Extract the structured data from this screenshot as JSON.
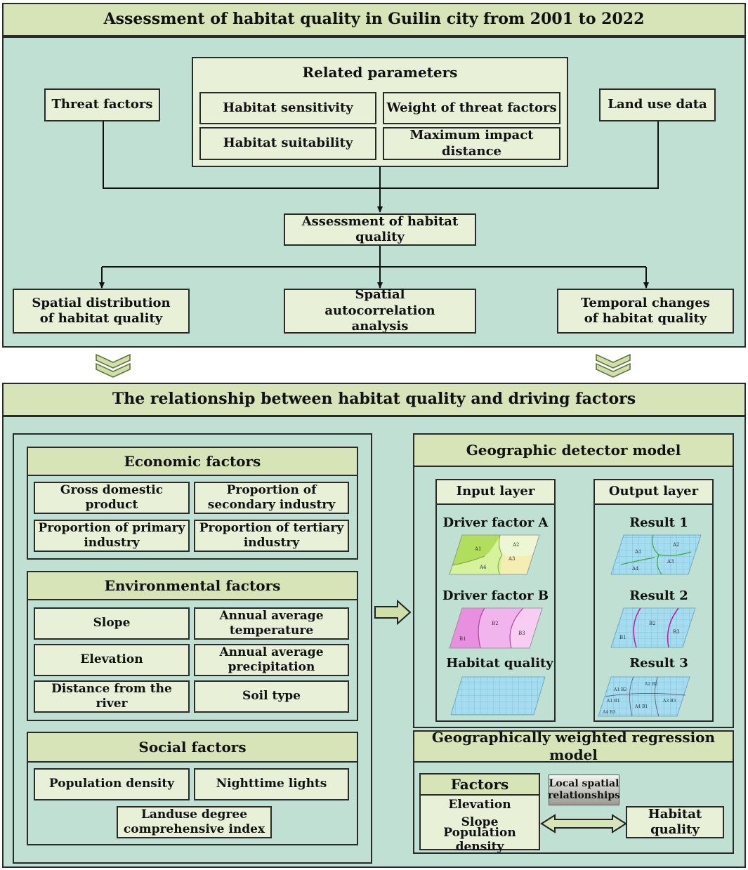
{
  "top": {
    "title": "Assessment of habitat quality in Guilin city from 2001 to 2022",
    "related_parameters": "Related parameters",
    "params": [
      "Habitat sensitivity",
      "Weight of threat factors",
      "Habitat suitability",
      "Maximum impact distance"
    ],
    "threat_factors": "Threat factors",
    "land_use_data": "Land use data",
    "assessment": "Assessment of habitat quality",
    "outputs": [
      "Spatial distribution of habitat quality",
      "Spatial autocorrelation analysis",
      "Temporal changes of habitat quality"
    ]
  },
  "bottom": {
    "title": "The relationship between habitat quality and driving factors",
    "economic": {
      "title": "Economic factors",
      "items": [
        "Gross domestic product",
        "Proportion of secondary industry",
        "Proportion of primary industry",
        "Proportion of tertiary industry"
      ]
    },
    "environmental": {
      "title": "Environmental factors",
      "items": [
        "Slope",
        "Annual average temperature",
        "Elevation",
        "Annual average precipitation",
        "Distance from the river",
        "Soil type"
      ]
    },
    "social": {
      "title": "Social factors",
      "items": [
        "Population density",
        "Nighttime lights",
        "Landuse degree comprehensive index"
      ]
    },
    "geodetector": {
      "title": "Geographic detector model",
      "input_layer": "Input layer",
      "output_layer": "Output layer",
      "inputs": [
        "Driver factor A",
        "Driver factor B",
        "Habitat quality"
      ],
      "outputs": [
        "Result 1",
        "Result 2",
        "Result 3"
      ],
      "map_labels": {
        "a": [
          "A1",
          "A2",
          "A3",
          "A4"
        ],
        "b": [
          "B1",
          "B2",
          "B3"
        ],
        "r1": [
          "A1",
          "A2",
          "A3",
          "A4"
        ],
        "r2": [
          "B1",
          "B2",
          "B3"
        ],
        "r3": [
          "A1 B2",
          "A2 B2",
          "A1 B1",
          "A3 B3",
          "A4 B1",
          "A4 B3"
        ]
      }
    },
    "gwr": {
      "title": "Geographically weighted regression model",
      "factors_title": "Factors",
      "factors": [
        "Elevation",
        "Slope",
        "Population density"
      ],
      "relation": "Local spatial relationships",
      "target": "Habitat quality"
    }
  },
  "colors": {
    "panel": "#bfe0d2",
    "box": "#e9f0d8",
    "header": "#d7e4b8",
    "map_grid": "#9fd8ee",
    "map_green": "#b6e36a",
    "map_pink": "#f2a6ea"
  }
}
